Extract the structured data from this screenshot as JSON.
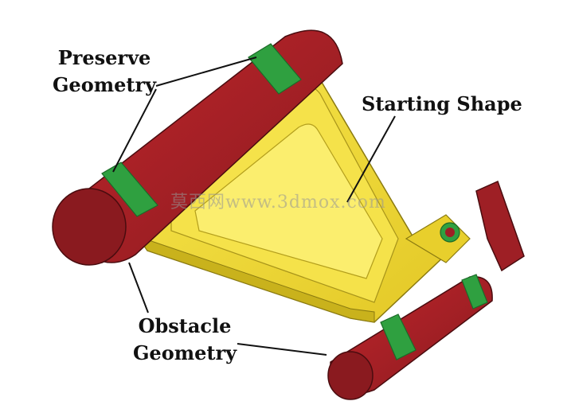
{
  "labels": {
    "preserve_line1": "Preserve",
    "preserve_line2": "Geometry",
    "starting": "Starting Shape",
    "obstacle_line1": "Obstacle",
    "obstacle_line2": "Geometry"
  },
  "watermark": "莫西网www.3dmox.com",
  "colors": {
    "obstacle": "#9e1f25",
    "obstacle_dark": "#6e1216",
    "preserve": "#2fa040",
    "starting": "#f2dd3a",
    "starting_dark": "#c9b21c",
    "line": "#111111"
  }
}
